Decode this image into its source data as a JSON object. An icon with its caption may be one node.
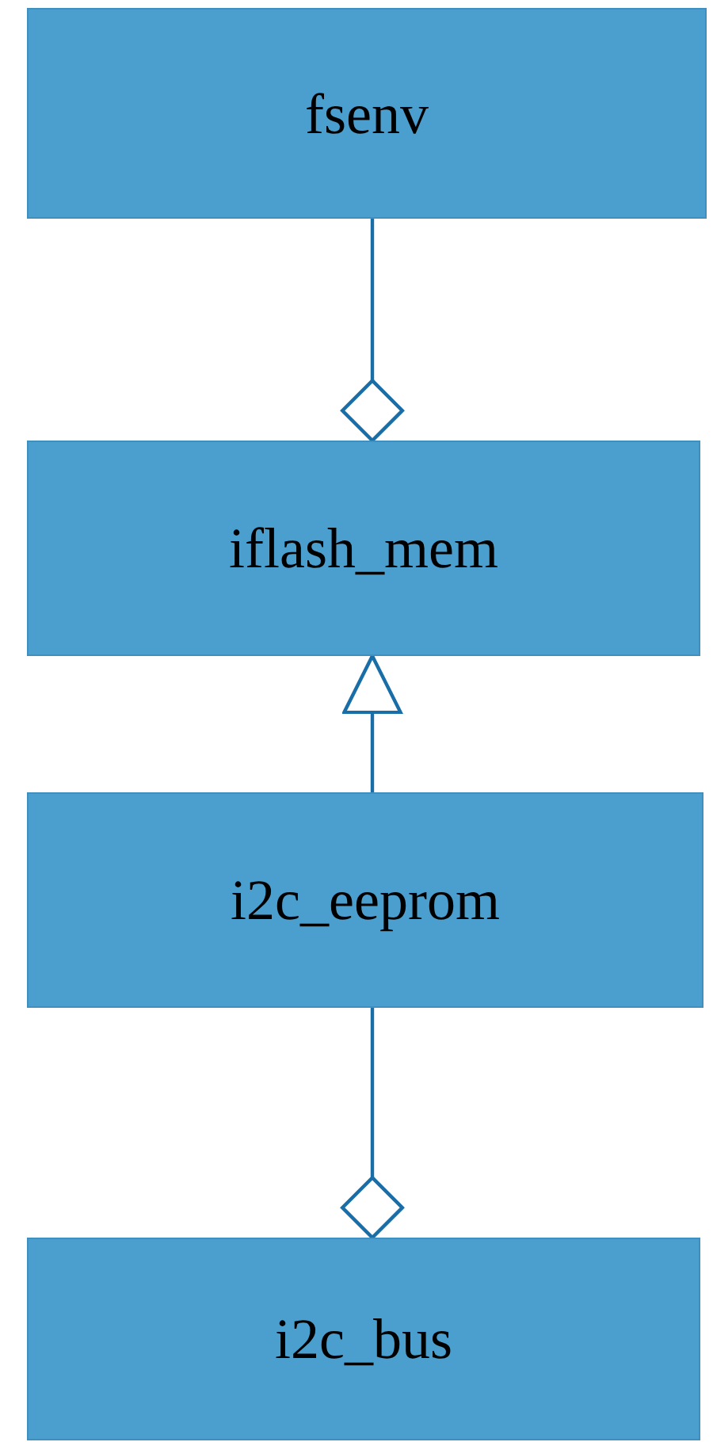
{
  "diagram": {
    "nodes": [
      {
        "text": [
          "fsenv"
        ]
      },
      {
        "text": [
          "iflash_mem"
        ]
      },
      {
        "text": [
          "i2c_eeprom"
        ]
      },
      {
        "text": [
          "i2c_bus"
        ]
      }
    ],
    "edges": [
      {
        "from": 0,
        "to": 1,
        "arrow": "other"
      },
      {
        "from": 2,
        "to": 1,
        "arrow": "to"
      },
      {
        "from": 2,
        "to": 3,
        "arrow": "other"
      }
    ]
  }
}
